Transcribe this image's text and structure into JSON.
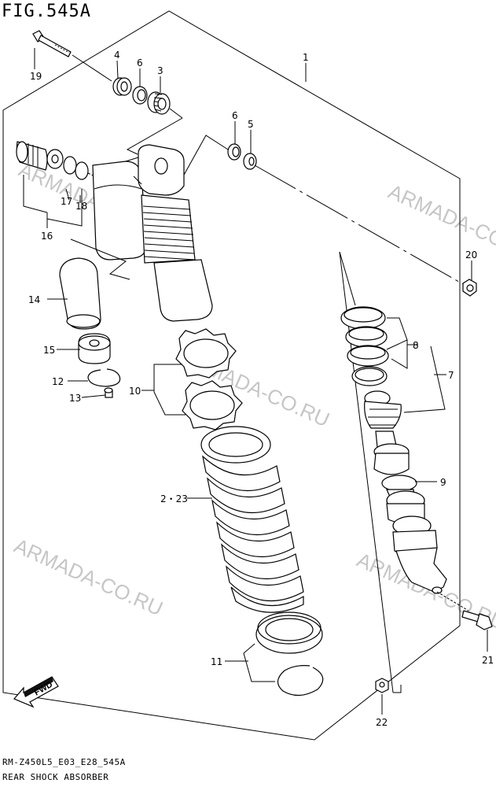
{
  "figure_id": "FIG.545A",
  "callouts": {
    "p1": "1",
    "p2_23": "2・23",
    "p3": "3",
    "p4": "4",
    "p5": "5",
    "p6a": "6",
    "p6b": "6",
    "p7": "7",
    "p8": "8",
    "p9": "9",
    "p10": "10",
    "p11": "11",
    "p12": "12",
    "p13": "13",
    "p14": "14",
    "p15": "15",
    "p16": "16",
    "p17": "17",
    "p18": "18",
    "p19": "19",
    "p20": "20",
    "p21": "21",
    "p22": "22"
  },
  "fwd_label": "FWD",
  "watermark": "ARMADA-CO.RU",
  "footer": {
    "code": "RM-Z450L5_E03_E28_545A",
    "caption": "REAR SHOCK ABSORBER"
  }
}
